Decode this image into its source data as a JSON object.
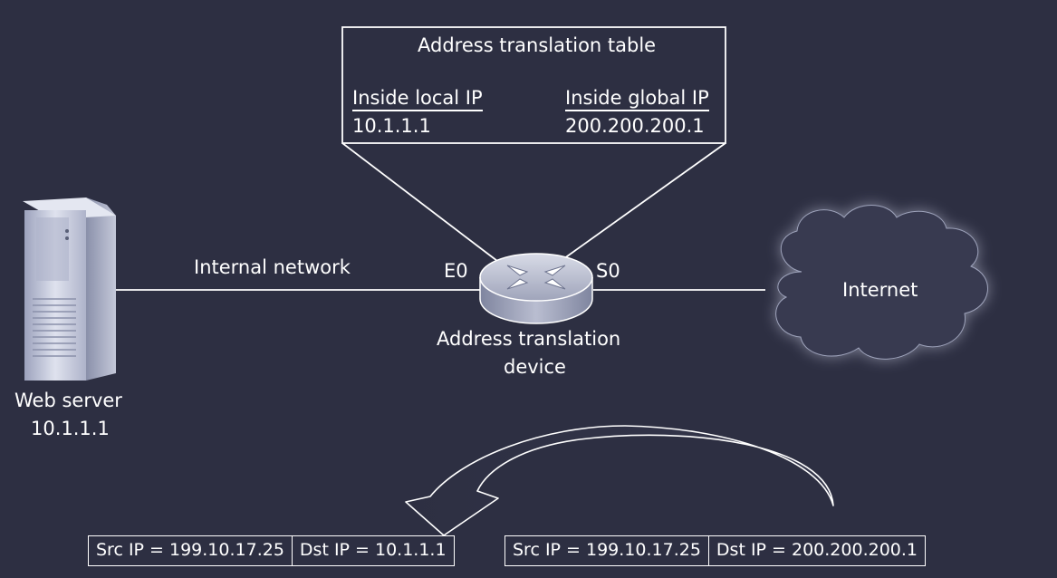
{
  "translation_table": {
    "title": "Address translation table",
    "col_local_header": "Inside local IP",
    "col_local_value": "10.1.1.1",
    "col_global_header": "Inside global IP",
    "col_global_value": "200.200.200.1"
  },
  "server": {
    "name": "Web server",
    "ip": "10.1.1.1"
  },
  "links": {
    "internal_label": "Internal network"
  },
  "router": {
    "e0_label": "E0",
    "s0_label": "S0",
    "name_line1": "Address translation",
    "name_line2": "device"
  },
  "cloud": {
    "label": "Internet"
  },
  "packets": {
    "translated": {
      "src": "Src IP = 199.10.17.25",
      "dst": "Dst IP = 10.1.1.1"
    },
    "original": {
      "src": "Src IP = 199.10.17.25",
      "dst": "Dst IP = 200.200.200.1"
    }
  },
  "colors": {
    "background": "#2d2f42",
    "line": "#ffffff",
    "server_body": "#cdd1e2",
    "router_body": "#b5b9cb",
    "cloud_fill": "#3a3c52"
  }
}
